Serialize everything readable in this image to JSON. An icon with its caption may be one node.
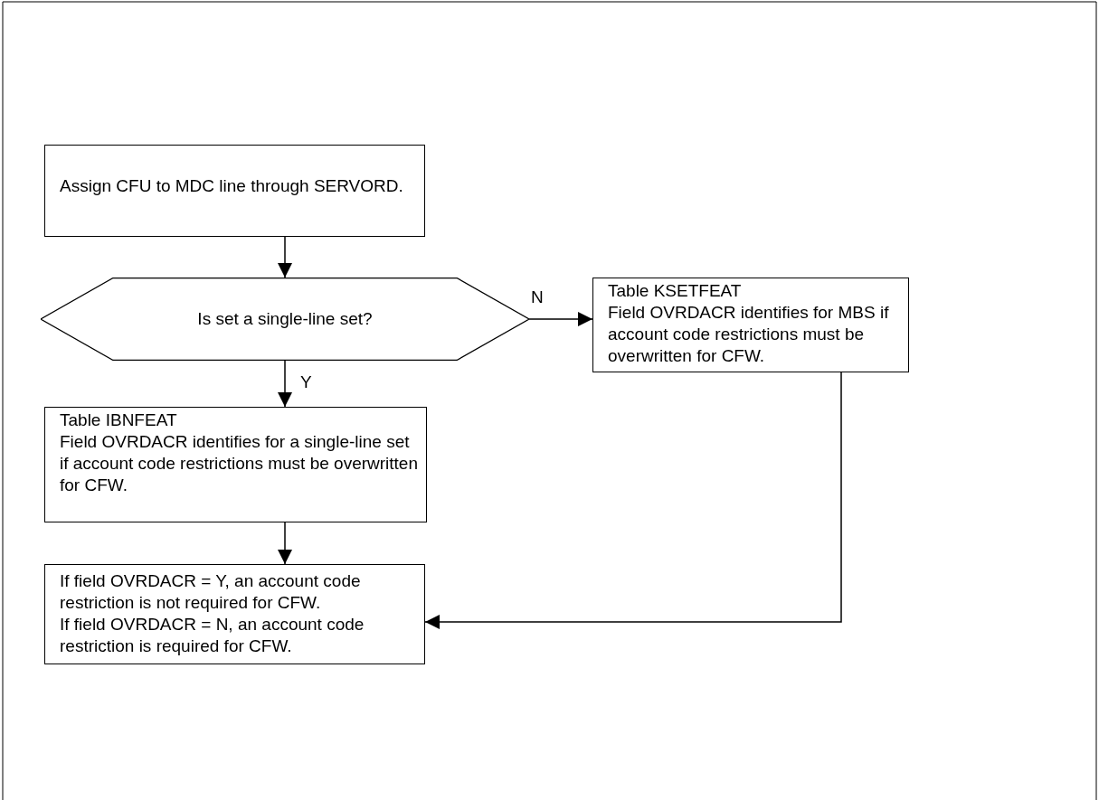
{
  "diagram": {
    "nodes": [
      {
        "text": [
          "Assign CFU to MDC line through SERVORD."
        ]
      },
      {
        "text": [
          "Is set a single-line set?"
        ]
      },
      {
        "text": [
          "Table KSETFEAT",
          "Field OVRDACR identifies for MBS if account code restrictions must be overwritten for CFW."
        ]
      },
      {
        "text": [
          "Table IBNFEAT",
          "Field OVRDACR identifies for a single-line set if account code restrictions must be overwritten for CFW."
        ]
      },
      {
        "text": [
          "If field OVRDACR = Y, an account code restriction is not required for CFW.",
          "If field OVRDACR = N, an account code restriction is required for CFW."
        ]
      }
    ],
    "edges": [
      {
        "from": 0,
        "to": 1,
        "arrow": "to"
      },
      {
        "from": 1,
        "to": 2,
        "arrow": "to",
        "label": "N"
      },
      {
        "from": 1,
        "to": 3,
        "arrow": "to",
        "label": "Y"
      },
      {
        "from": 3,
        "to": 4,
        "arrow": "to"
      },
      {
        "from": 2,
        "to": 4,
        "arrow": "to"
      }
    ]
  }
}
